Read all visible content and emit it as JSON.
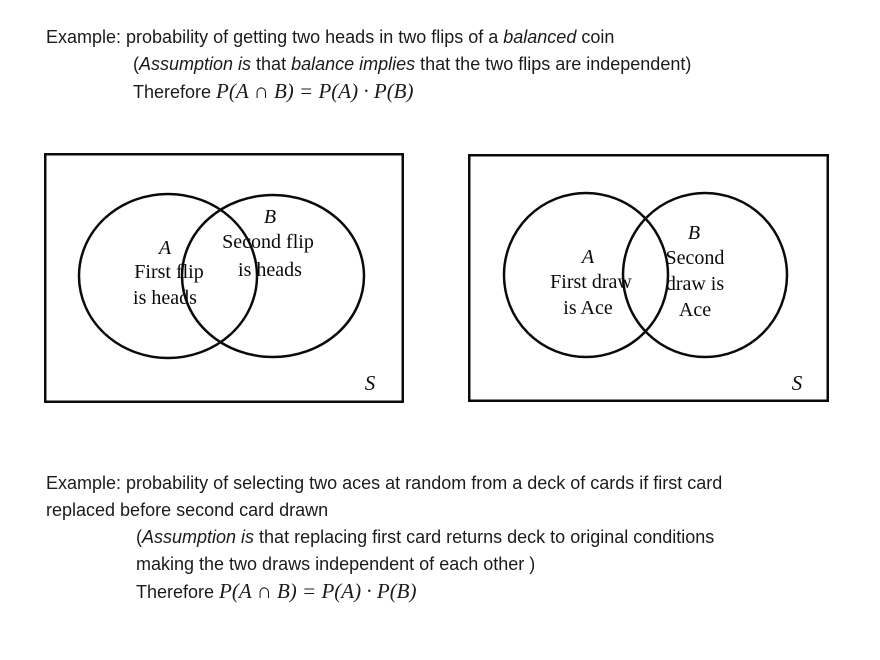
{
  "colors": {
    "background": "#ffffff",
    "ink": "#1b1b1b",
    "diagram_stroke": "#0a0a0a"
  },
  "top_block": {
    "line1_seg1": "Example: probability of getting two heads in two flips of a ",
    "line1_italic": "balanced",
    "line1_seg2": " coin",
    "line2_open": "(",
    "line2_italic_a": "Assumption is",
    "line2_mid": " that ",
    "line2_italic_b": "balance implies",
    "line2_end": " that the two flips are independent)",
    "line3_prefix": "Therefore ",
    "line3_math": "P(A ∩ B) = P(A) · P(B)"
  },
  "left_diagram": {
    "label_a": "A",
    "a_line1": "First flip",
    "a_line2": "is heads",
    "label_b": "B",
    "b_line1": "Second flip",
    "b_line2": "is heads",
    "sample_space": "S"
  },
  "right_diagram": {
    "label_a": "A",
    "a_line1": "First draw",
    "a_line2": "is Ace",
    "label_b": "B",
    "b_line1": "Second",
    "b_line2": "draw is",
    "b_line3": "Ace",
    "sample_space": "S"
  },
  "bottom_block": {
    "line1": "Example: probability of selecting two aces at random from a deck of cards if first card",
    "line2": "replaced before second card drawn",
    "line3_open": "(",
    "line3_italic": "Assumption is",
    "line3_end": " that replacing first card returns deck to original conditions",
    "line4": "making the two draws independent of each other )",
    "line5_prefix": "Therefore ",
    "line5_math": "P(A ∩ B) = P(A) · P(B)"
  }
}
